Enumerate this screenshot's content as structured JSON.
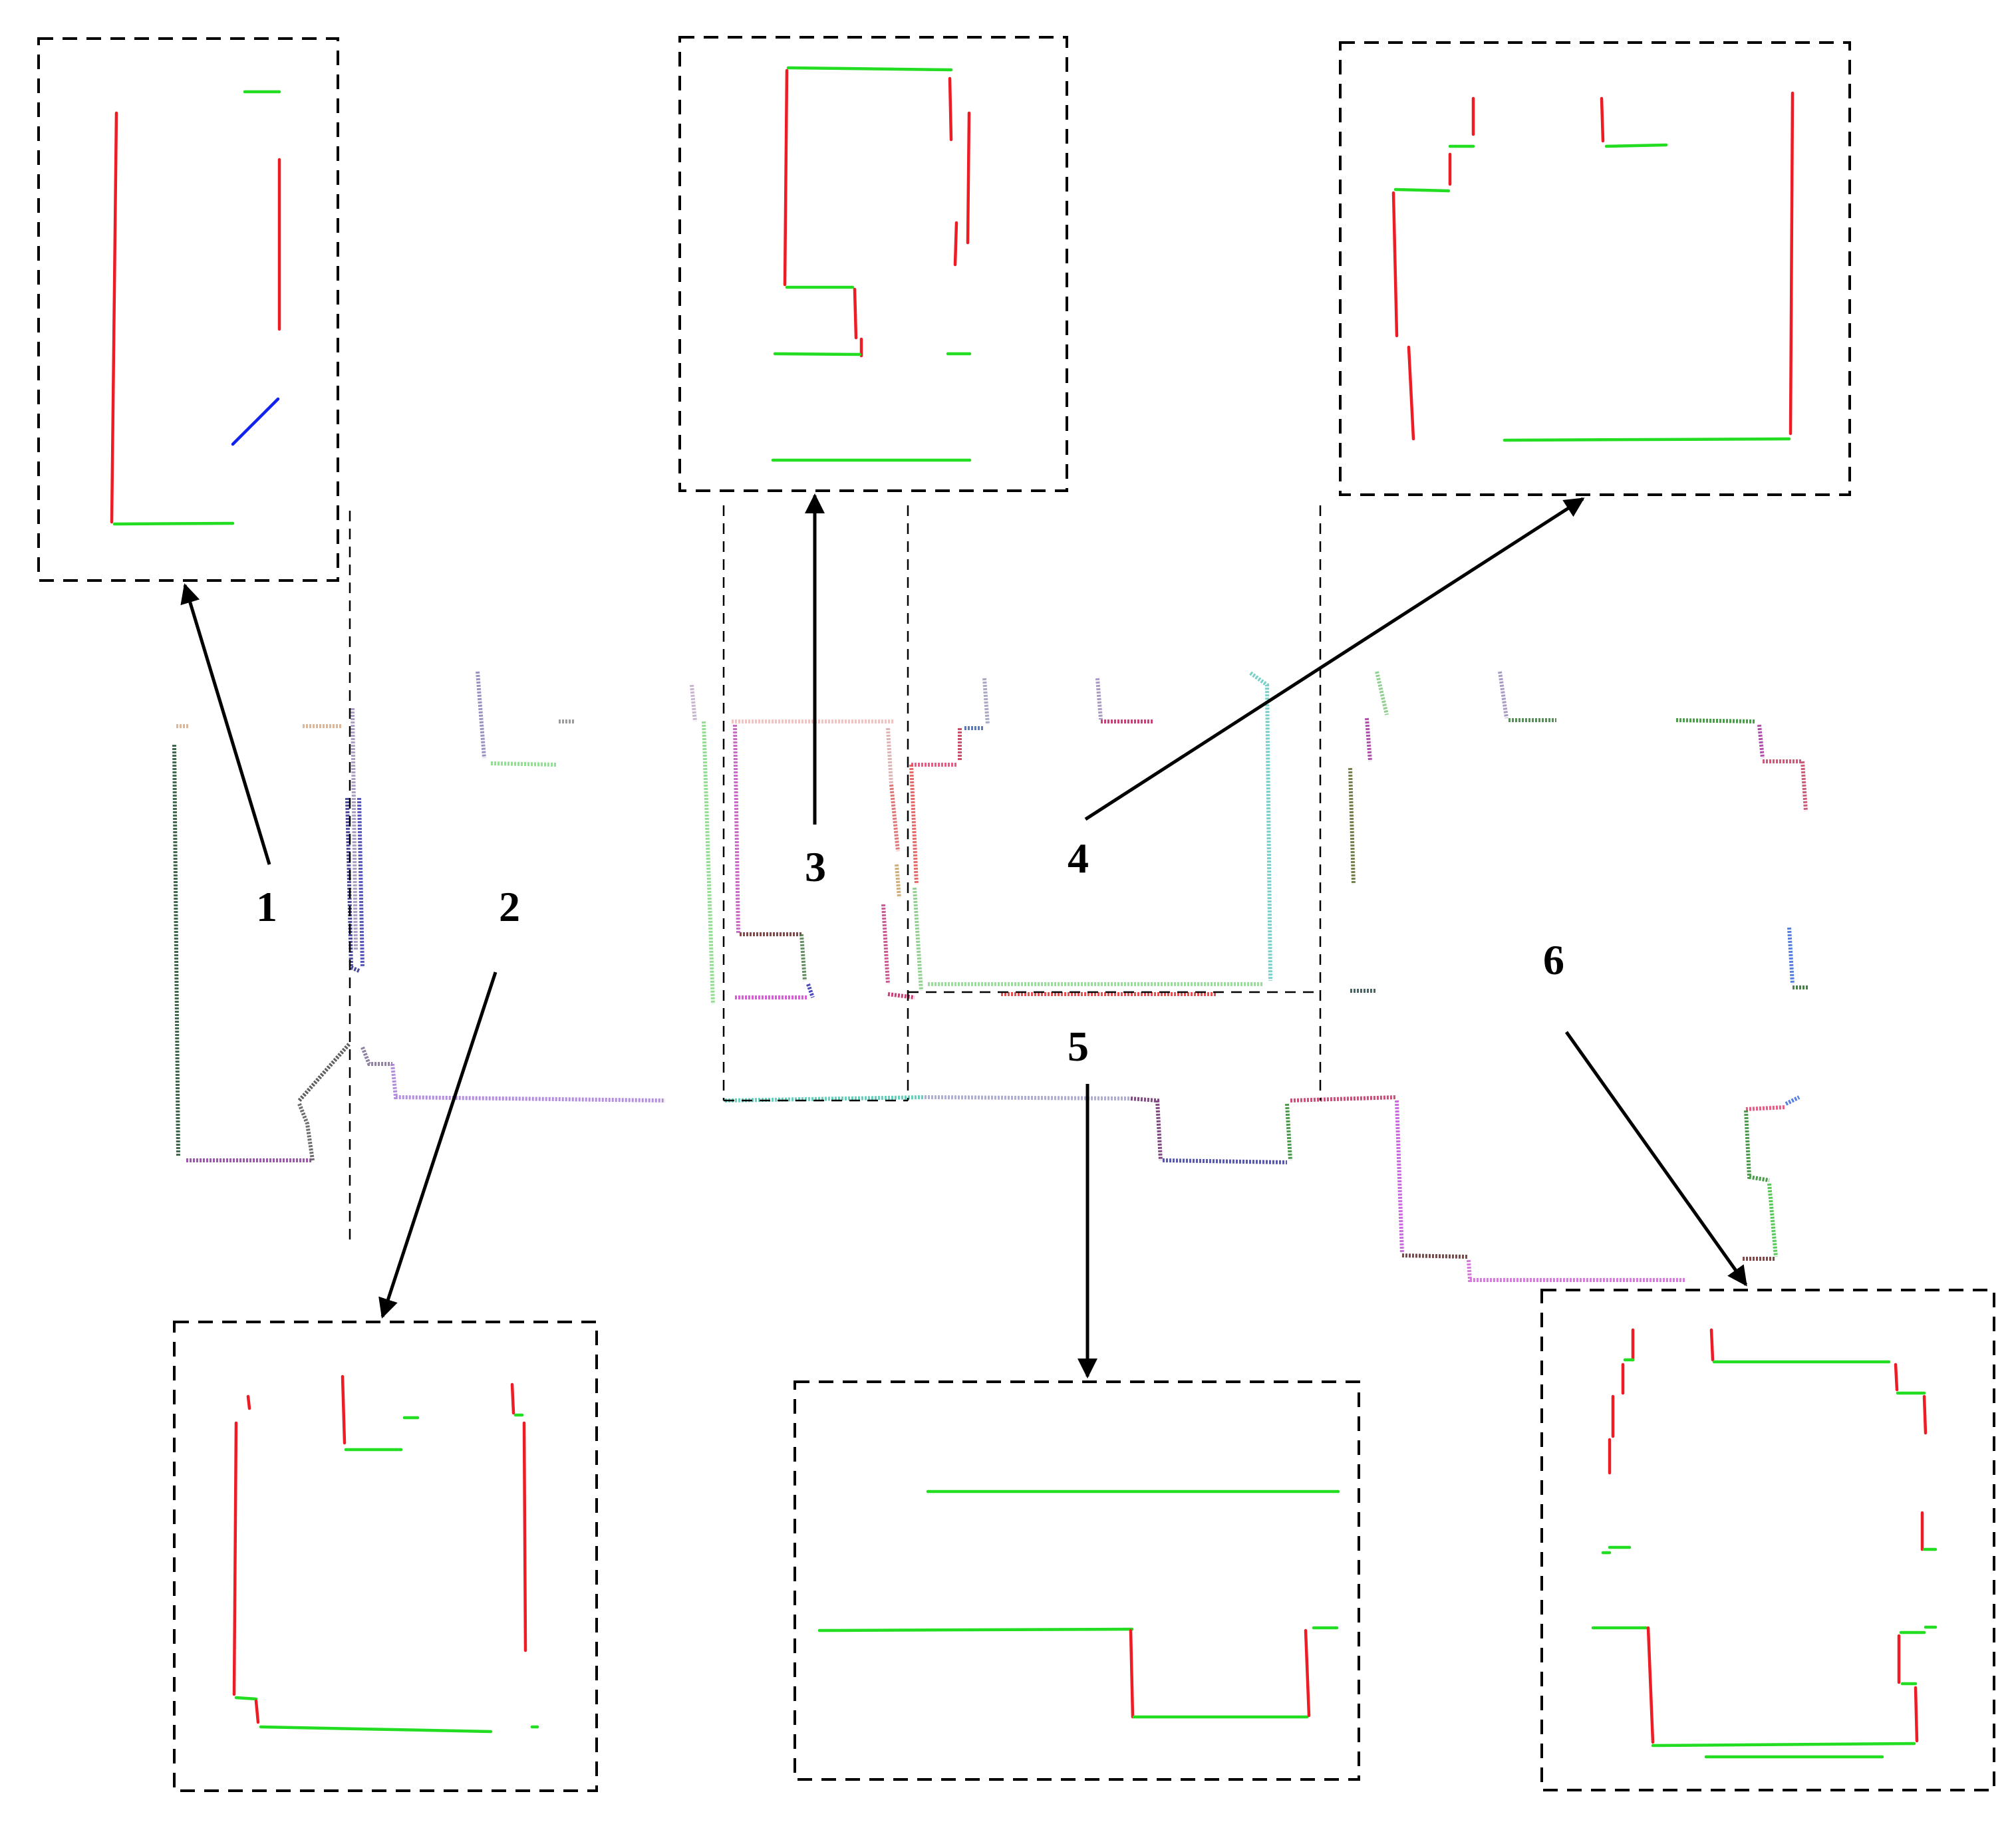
{
  "labels": {
    "region_1": "1",
    "region_2": "2",
    "region_3": "3",
    "region_4": "4",
    "region_5": "5",
    "region_6": "6"
  },
  "colors": {
    "vertical_wall": "#ee1c24",
    "horizontal_wall": "#22dd22",
    "diagonal_wall": "#1122ee",
    "box_stroke": "#000000"
  }
}
